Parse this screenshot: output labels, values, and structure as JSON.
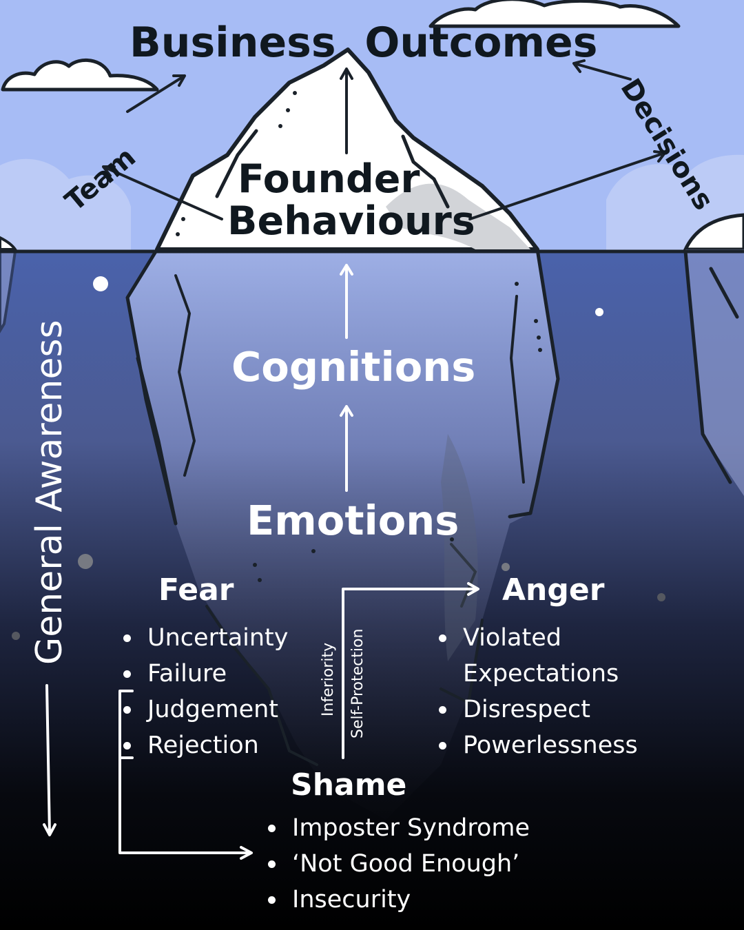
{
  "diagram": {
    "top": {
      "business_outcomes": "Business  Outcomes",
      "team": "Team",
      "decisions": "Decisions",
      "founder_behaviours_line1": "Founder",
      "founder_behaviours_line2": "Behaviours"
    },
    "middle": {
      "cognitions": "Cognitions",
      "emotions": "Emotions",
      "general_awareness": "General Awareness"
    },
    "fear": {
      "title": "Fear",
      "items": [
        "Uncertainty",
        "Failure",
        "Judgement",
        "Rejection"
      ]
    },
    "anger": {
      "title": "Anger",
      "items": [
        "Violated",
        "Expectations",
        "Disrespect",
        "Powerlessness"
      ]
    },
    "shame": {
      "title": "Shame",
      "items": [
        "Imposter Syndrome",
        "‘Not Good Enough’",
        "Insecurity"
      ]
    },
    "connectors": {
      "inferiority": "Inferiority",
      "self_protection": "Self-Protection"
    },
    "colors": {
      "sky": "#a7bcf5",
      "sky_cloud": "#bccbf6",
      "ice": "#ffffff",
      "ice_shadow": "#d2d4d8",
      "outline": "#1a2129",
      "water_top": "#4a61a8",
      "water_bottom": "#000000",
      "text_dark": "#10181f",
      "text_light": "#ffffff"
    }
  }
}
